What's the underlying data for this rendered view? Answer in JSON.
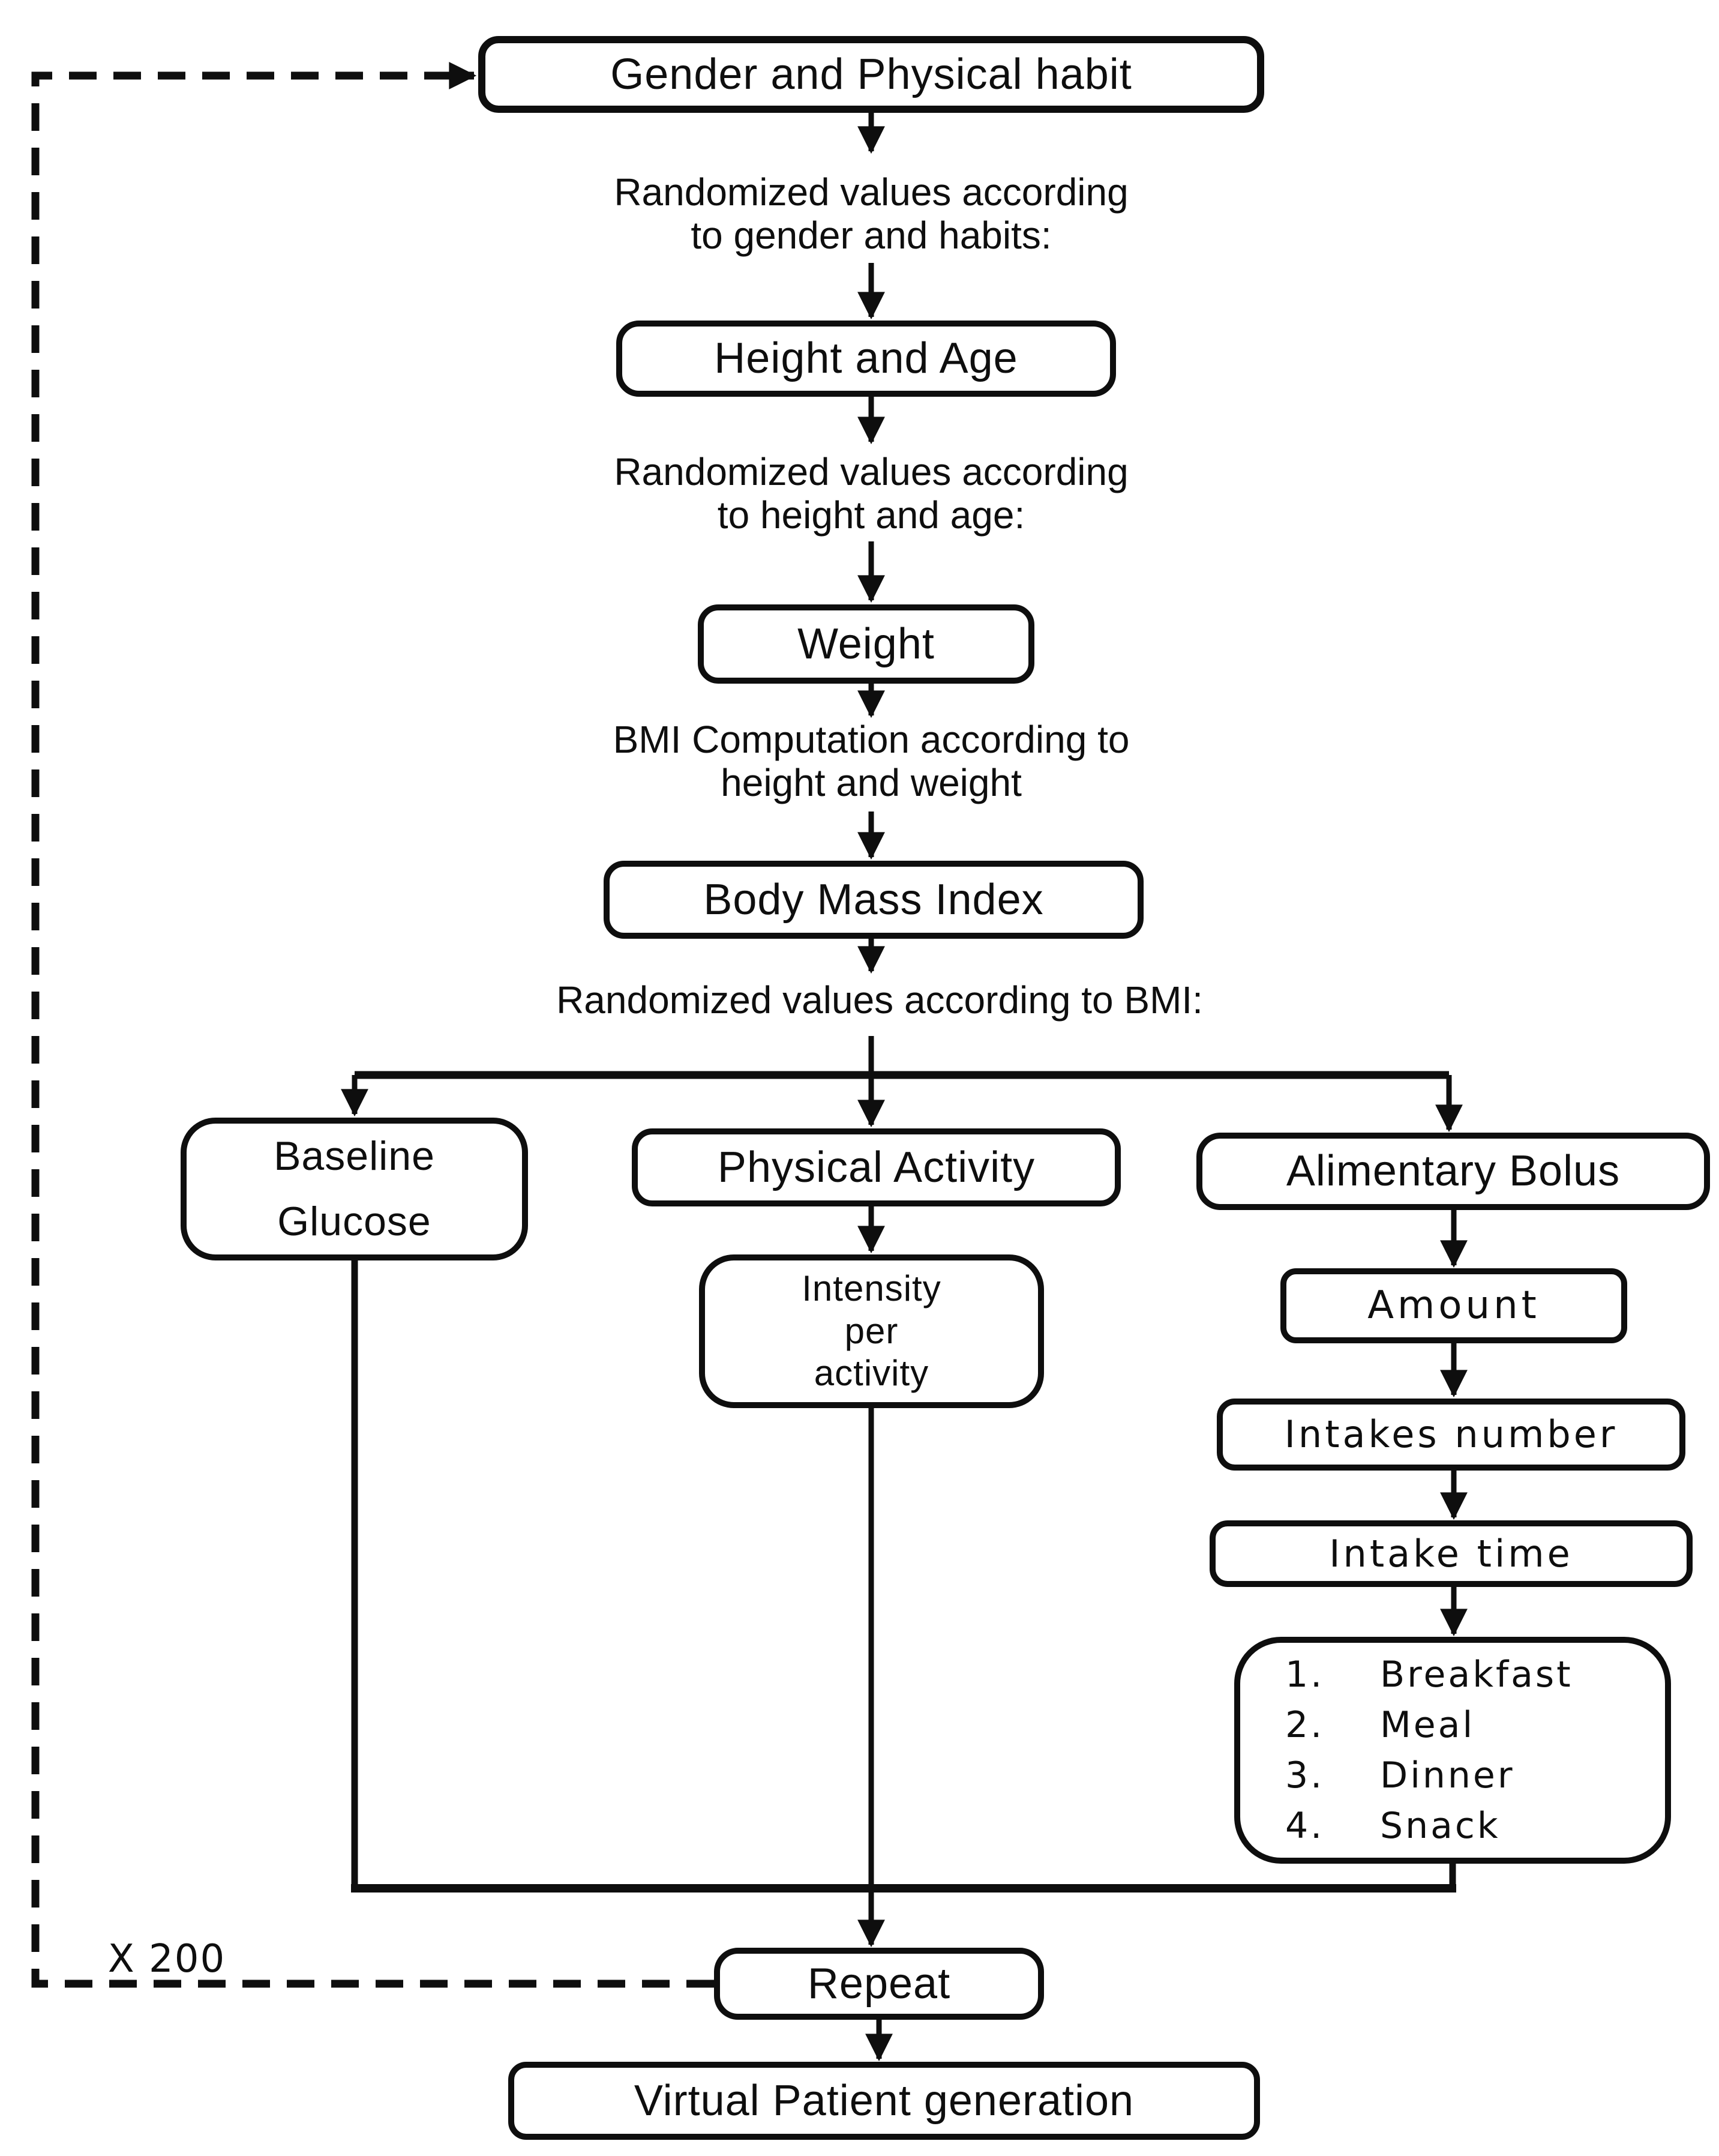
{
  "colors": {
    "ink": "#0e0e0e",
    "background": "#ffffff"
  },
  "diagram": {
    "nodes": {
      "gender": {
        "label": "Gender and Physical habit"
      },
      "height_age": {
        "label": "Height and Age"
      },
      "weight": {
        "label": "Weight"
      },
      "bmi": {
        "label": "Body Mass Index"
      },
      "baseline_glucose": {
        "label": "Baseline\nGlucose"
      },
      "physical_activity": {
        "label": "Physical Activity"
      },
      "alimentary_bolus": {
        "label": "Alimentary Bolus"
      },
      "intensity": {
        "label": "Intensity\nper\nactivity"
      },
      "amount": {
        "label": "Amount"
      },
      "intakes_number": {
        "label": "Intakes number"
      },
      "intake_time": {
        "label": "Intake time"
      },
      "intake_list": {
        "items": [
          {
            "number": "1.",
            "label": "Breakfast"
          },
          {
            "number": "2.",
            "label": "Meal"
          },
          {
            "number": "3.",
            "label": "Dinner"
          },
          {
            "number": "4.",
            "label": "Snack"
          }
        ]
      },
      "repeat": {
        "label": "Repeat"
      },
      "virtual_patient": {
        "label": "Virtual Patient generation"
      }
    },
    "annotations": {
      "random_gender": "Randomized values according\nto gender and habits:",
      "random_height": "Randomized values according\nto height and age:",
      "bmi_computation": "BMI Computation according to\nheight and weight",
      "random_bmi": "Randomized values according to BMI:",
      "loop_count": "X 200"
    }
  }
}
